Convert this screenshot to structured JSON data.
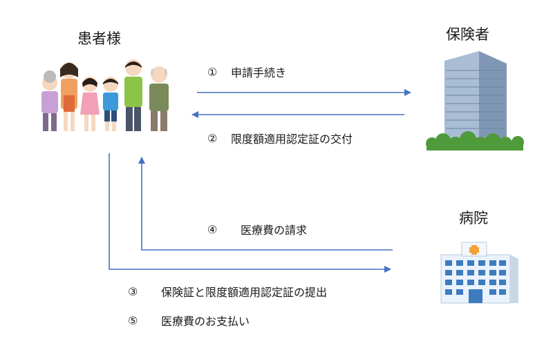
{
  "entities": {
    "patient": "患者様",
    "insurer": "保険者",
    "hospital": "病院"
  },
  "steps": [
    {
      "num": "①",
      "text": "申請手続き"
    },
    {
      "num": "②",
      "text": "限度額適用認定証の交付"
    },
    {
      "num": "③",
      "text": "保険証と限度額適用認定証の提出"
    },
    {
      "num": "④",
      "text": "医療費の請求"
    },
    {
      "num": "⑤",
      "text": "医療費のお支払い"
    }
  ],
  "colors": {
    "arrow": "#4472c4",
    "building_glass": "#8aa4c2",
    "hospital_window": "#3d7bbf",
    "hospital_cross": "#f2a23a",
    "tree": "#4f9a3a"
  }
}
